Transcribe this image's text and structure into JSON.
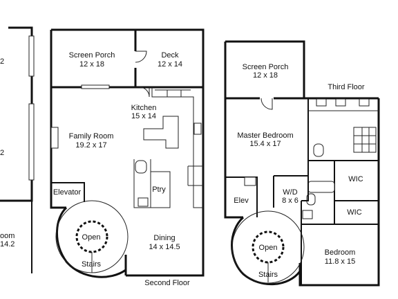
{
  "left_partial": {
    "fragment_top": "2",
    "fragment_mid": "2",
    "fragment_room": "oom",
    "fragment_size": "14.2"
  },
  "second_floor": {
    "floor_label": "Second Floor",
    "rooms": [
      {
        "id": "screen-porch",
        "name": "Screen Porch",
        "size": "12 x 18"
      },
      {
        "id": "deck",
        "name": "Deck",
        "size": "12 x 14"
      },
      {
        "id": "kitchen",
        "name": "Kitchen",
        "size": "15 x 14"
      },
      {
        "id": "family-room",
        "name": "Family Room",
        "size": "19.2 x 17"
      },
      {
        "id": "pantry",
        "name": "Ptry",
        "size": ""
      },
      {
        "id": "elevator",
        "name": "Elevator",
        "size": ""
      },
      {
        "id": "dining",
        "name": "Dining",
        "size": "14 x 14.5"
      },
      {
        "id": "stairs",
        "name": "Stairs",
        "size": ""
      },
      {
        "id": "open",
        "name": "Open",
        "size": ""
      }
    ]
  },
  "third_floor": {
    "floor_label": "Third Floor",
    "rooms": [
      {
        "id": "screen-porch",
        "name": "Screen Porch",
        "size": "12 x 18"
      },
      {
        "id": "master-bedroom",
        "name": "Master Bedroom",
        "size": "15.4 x 17"
      },
      {
        "id": "wd",
        "name": "W/D",
        "size": "8 x 6"
      },
      {
        "id": "wic-1",
        "name": "WIC",
        "size": ""
      },
      {
        "id": "wic-2",
        "name": "WIC",
        "size": ""
      },
      {
        "id": "elev",
        "name": "Elev",
        "size": ""
      },
      {
        "id": "bedroom",
        "name": "Bedroom",
        "size": "11.8 x 15"
      },
      {
        "id": "stairs",
        "name": "Stairs",
        "size": ""
      },
      {
        "id": "open",
        "name": "Open",
        "size": ""
      }
    ]
  }
}
